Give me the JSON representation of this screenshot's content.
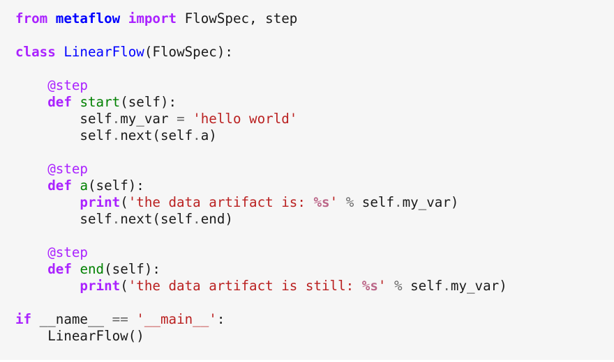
{
  "code": {
    "lines": [
      [
        {
          "t": "from",
          "c": "kw"
        },
        {
          "t": " "
        },
        {
          "t": "metaflow",
          "c": "mod"
        },
        {
          "t": " "
        },
        {
          "t": "import",
          "c": "kw"
        },
        {
          "t": " FlowSpec, step"
        }
      ],
      [],
      [
        {
          "t": "class",
          "c": "kw"
        },
        {
          "t": " "
        },
        {
          "t": "LinearFlow",
          "c": "cls"
        },
        {
          "t": "(FlowSpec):"
        }
      ],
      [],
      [
        {
          "t": "    "
        },
        {
          "t": "@step",
          "c": "deco"
        }
      ],
      [
        {
          "t": "    "
        },
        {
          "t": "def",
          "c": "kw"
        },
        {
          "t": " "
        },
        {
          "t": "start",
          "c": "fn"
        },
        {
          "t": "(self):"
        }
      ],
      [
        {
          "t": "        self"
        },
        {
          "t": ".",
          "c": "op"
        },
        {
          "t": "my_var "
        },
        {
          "t": "=",
          "c": "op"
        },
        {
          "t": " "
        },
        {
          "t": "'hello world'",
          "c": "str"
        }
      ],
      [
        {
          "t": "        self"
        },
        {
          "t": ".",
          "c": "op"
        },
        {
          "t": "next(self"
        },
        {
          "t": ".",
          "c": "op"
        },
        {
          "t": "a)"
        }
      ],
      [],
      [
        {
          "t": "    "
        },
        {
          "t": "@step",
          "c": "deco"
        }
      ],
      [
        {
          "t": "    "
        },
        {
          "t": "def",
          "c": "kw"
        },
        {
          "t": " "
        },
        {
          "t": "a",
          "c": "fn"
        },
        {
          "t": "(self):"
        }
      ],
      [
        {
          "t": "        "
        },
        {
          "t": "print",
          "c": "bi"
        },
        {
          "t": "("
        },
        {
          "t": "'the data artifact is: ",
          "c": "str"
        },
        {
          "t": "%s",
          "c": "fmt"
        },
        {
          "t": "'",
          "c": "str"
        },
        {
          "t": " "
        },
        {
          "t": "%",
          "c": "op"
        },
        {
          "t": " self"
        },
        {
          "t": ".",
          "c": "op"
        },
        {
          "t": "my_var)"
        }
      ],
      [
        {
          "t": "        self"
        },
        {
          "t": ".",
          "c": "op"
        },
        {
          "t": "next(self"
        },
        {
          "t": ".",
          "c": "op"
        },
        {
          "t": "end)"
        }
      ],
      [],
      [
        {
          "t": "    "
        },
        {
          "t": "@step",
          "c": "deco"
        }
      ],
      [
        {
          "t": "    "
        },
        {
          "t": "def",
          "c": "kw"
        },
        {
          "t": " "
        },
        {
          "t": "end",
          "c": "fn"
        },
        {
          "t": "(self):"
        }
      ],
      [
        {
          "t": "        "
        },
        {
          "t": "print",
          "c": "bi"
        },
        {
          "t": "("
        },
        {
          "t": "'the data artifact is still: ",
          "c": "str"
        },
        {
          "t": "%s",
          "c": "fmt"
        },
        {
          "t": "'",
          "c": "str"
        },
        {
          "t": " "
        },
        {
          "t": "%",
          "c": "op"
        },
        {
          "t": " self"
        },
        {
          "t": ".",
          "c": "op"
        },
        {
          "t": "my_var)"
        }
      ],
      [],
      [
        {
          "t": "if",
          "c": "kw"
        },
        {
          "t": " __name__ "
        },
        {
          "t": "==",
          "c": "op"
        },
        {
          "t": " "
        },
        {
          "t": "'__main__'",
          "c": "str"
        },
        {
          "t": ":"
        }
      ],
      [
        {
          "t": "    LinearFlow()"
        }
      ]
    ]
  },
  "colors": {
    "background": "#f6f6f6",
    "keyword": "#aa22ff",
    "module": "#0000ff",
    "class_name": "#0000ff",
    "function_name": "#008000",
    "string": "#ba2121",
    "format_spec": "#bb6688",
    "operator": "#666666"
  }
}
